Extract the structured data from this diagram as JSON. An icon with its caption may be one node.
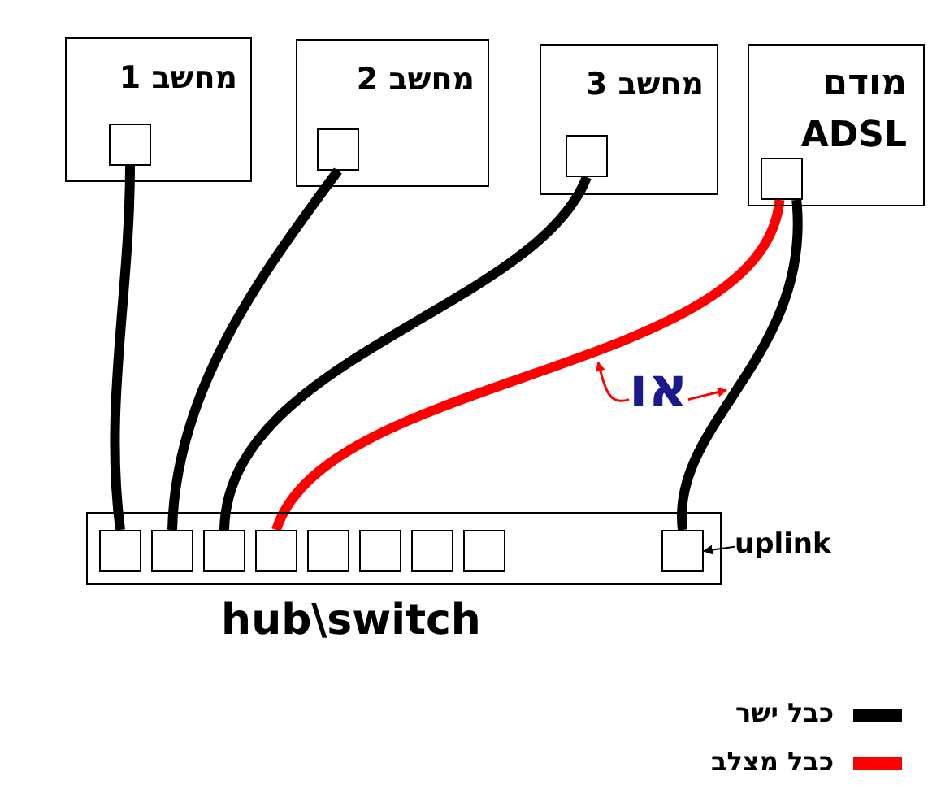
{
  "diagram": {
    "nodes": [
      {
        "text": [
          "מחשב 1"
        ]
      },
      {
        "text": [],
        "shape": "box",
        "in": 0
      },
      {
        "text": [
          "מחשב 2"
        ]
      },
      {
        "text": [],
        "shape": "box",
        "in": 2
      },
      {
        "text": [
          "מחשב 3"
        ]
      },
      {
        "text": [],
        "shape": "box",
        "in": 4
      },
      {
        "text": [
          "מודם ADSL"
        ]
      },
      {
        "text": [],
        "shape": "box",
        "in": 6
      },
      {
        "text": [
          "hub\\switch"
        ]
      },
      {
        "text": [],
        "shape": "box",
        "in": 8
      },
      {
        "text": [],
        "shape": "box",
        "in": 8
      },
      {
        "text": [],
        "shape": "box",
        "in": 8
      },
      {
        "text": [],
        "shape": "box",
        "in": 8
      },
      {
        "text": [],
        "shape": "box",
        "in": 8
      },
      {
        "text": [],
        "shape": "box",
        "in": 8
      },
      {
        "text": [],
        "shape": "box",
        "in": 8
      },
      {
        "text": [],
        "shape": "box",
        "in": 8
      },
      {
        "text": [],
        "shape": "box",
        "in": 8
      },
      {
        "text": [
          "uplink"
        ]
      },
      {
        "text": [
          "או"
        ]
      }
    ],
    "edges": [
      {
        "from": 1,
        "to": 9,
        "arrow": "none"
      },
      {
        "from": 3,
        "to": 10,
        "arrow": "none"
      },
      {
        "from": 5,
        "to": 11,
        "arrow": "none"
      },
      {
        "from": 7,
        "to": 12,
        "arrow": "none",
        "color": "#ff0000"
      },
      {
        "from": 7,
        "to": 17,
        "arrow": "none"
      },
      {
        "from": 18,
        "to": 17,
        "arrow": "to"
      },
      {
        "from": 19,
        "to": null,
        "arrow": "to",
        "color": "#ff0000"
      },
      {
        "from": 19,
        "to": null,
        "arrow": "to",
        "color": "#ff0000"
      }
    ],
    "legend": [
      {
        "text": "כבל ישר",
        "color": "#000000"
      },
      {
        "text": "כבל מצלב",
        "color": "#ff0000"
      }
    ]
  }
}
